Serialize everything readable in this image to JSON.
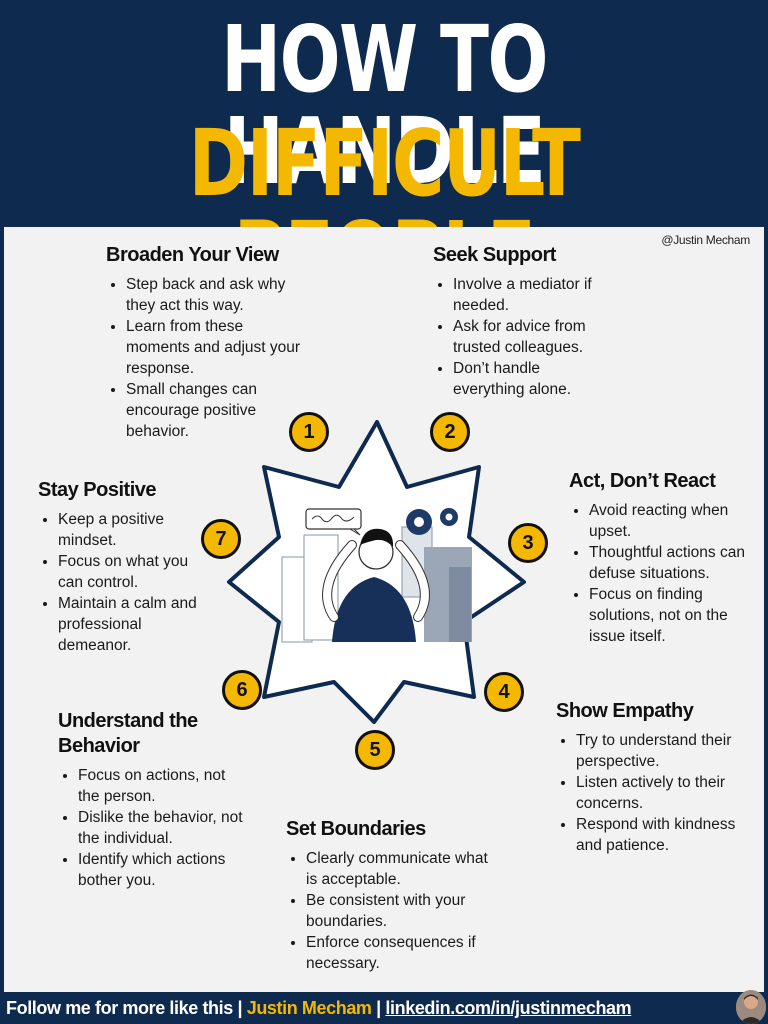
{
  "header": {
    "title_line1": "HOW TO HANDLE",
    "title_line2": "DIFFICULT PEOPLE"
  },
  "credit": "@Justin Mecham",
  "sections": [
    {
      "number": "1",
      "title": "Broaden Your View",
      "items": [
        "Step back and ask why they act this way.",
        "Learn from these moments and adjust your response.",
        "Small changes can encourage positive behavior."
      ]
    },
    {
      "number": "2",
      "title": "Seek Support",
      "items": [
        "Involve a mediator if needed.",
        "Ask for advice from trusted colleagues.",
        "Don’t handle everything alone."
      ]
    },
    {
      "number": "3",
      "title": "Act, Don’t React",
      "items": [
        "Avoid reacting when upset.",
        "Thoughtful actions can defuse situations.",
        "Focus on finding solutions, not on the issue itself."
      ]
    },
    {
      "number": "4",
      "title": "Show Empathy",
      "items": [
        "Try to understand their perspective.",
        "Listen actively to their concerns.",
        "Respond with kindness and patience."
      ]
    },
    {
      "number": "5",
      "title": "Set Boundaries",
      "items": [
        "Clearly communicate what is acceptable.",
        "Be consistent with your boundaries.",
        "Enforce consequences if necessary."
      ]
    },
    {
      "number": "6",
      "title": "Understand the Behavior",
      "items": [
        "Focus on actions, not the person.",
        "Dislike the behavior, not the individual.",
        "Identify which actions bother you."
      ]
    },
    {
      "number": "7",
      "title": "Stay Positive",
      "items": [
        "Keep a positive mindset.",
        "Focus on what you can control.",
        "Maintain a calm and professional demeanor."
      ]
    }
  ],
  "footer": {
    "prefix": "Follow me for more like this |",
    "name": "Justin Mecham",
    "separator": "|",
    "link": "linkedin.com/in/justinmecham"
  },
  "colors": {
    "navy": "#0e2a4f",
    "accent": "#f5b800",
    "panel": "#f2f2f2"
  },
  "icons": [
    "stressed-person-illustration",
    "gear-icon",
    "speech-bubble-icon"
  ]
}
